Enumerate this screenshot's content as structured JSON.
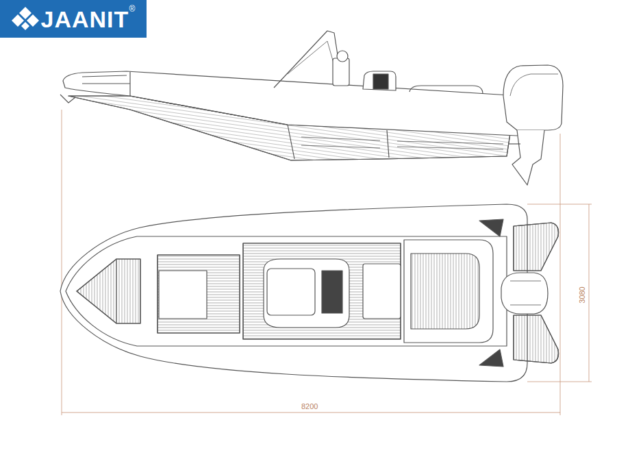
{
  "diagram": {
    "labels": [
      "JAANIT",
      "®",
      "8200",
      "3080"
    ]
  }
}
